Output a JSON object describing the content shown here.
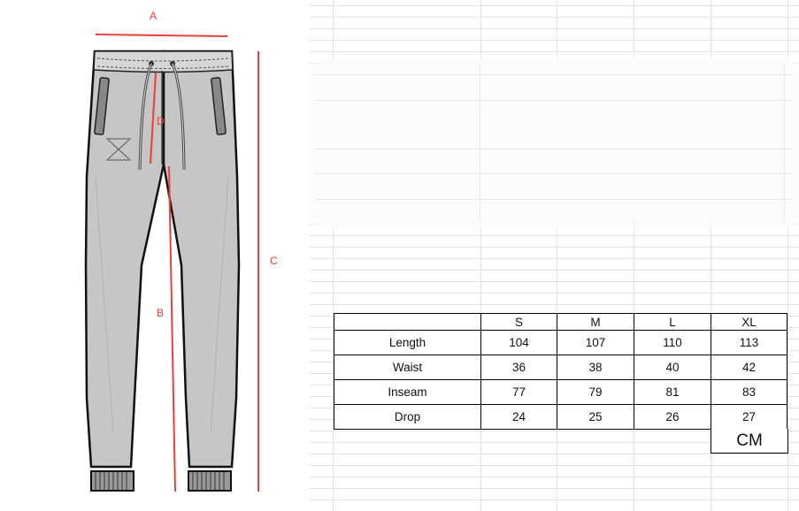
{
  "diagram": {
    "title": "Jogger pants measurement diagram",
    "labels": {
      "A": "A",
      "B": "B",
      "C": "C",
      "D": "D"
    },
    "measure_color": "#e8403a",
    "garment_fill": "#c6c6c6"
  },
  "size_chart": {
    "headers": [
      "",
      "S",
      "M",
      "L",
      "XL"
    ],
    "rows": [
      {
        "label": "Length",
        "values": [
          "104",
          "107",
          "110",
          "113"
        ]
      },
      {
        "label": "Waist",
        "values": [
          "36",
          "38",
          "40",
          "42"
        ]
      },
      {
        "label": "Inseam",
        "values": [
          "77",
          "79",
          "81",
          "83"
        ]
      },
      {
        "label": "Drop",
        "values": [
          "24",
          "25",
          "26",
          "27"
        ]
      }
    ],
    "unit": "CM"
  }
}
